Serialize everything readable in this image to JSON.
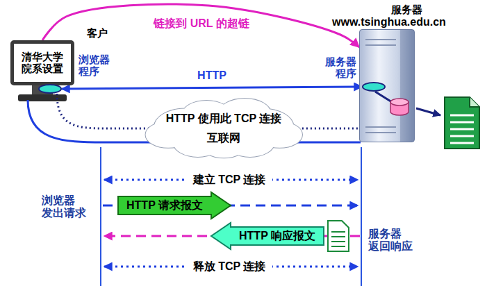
{
  "diagram": {
    "nodes": [
      {
        "text": [
          "客户",
          "清华大学 院系设置"
        ]
      },
      {
        "text": [
          "浏览器 程序"
        ]
      },
      {
        "text": [
          "服务器",
          "www.tsinghua.edu.cn"
        ]
      },
      {
        "text": [
          "服务器 程序"
        ],
        "in": 2
      },
      {
        "text": [
          "HTTP 使用此 TCP 连接",
          "互联网"
        ]
      },
      {
        "text": [
          "HTTP 请求报文"
        ]
      },
      {
        "text": [
          "HTTP 响应报文"
        ]
      }
    ],
    "edges": [
      {
        "from": 0,
        "to": 2,
        "label": "链接到 URL 的超链",
        "arrow": "to"
      },
      {
        "from": 1,
        "to": 3,
        "label": "HTTP",
        "arrow": "both"
      }
    ],
    "labels": [
      "建立 TCP 连接",
      "浏览器 发出请求",
      "服务器 返回响应",
      "释放 TCP 连接"
    ]
  }
}
